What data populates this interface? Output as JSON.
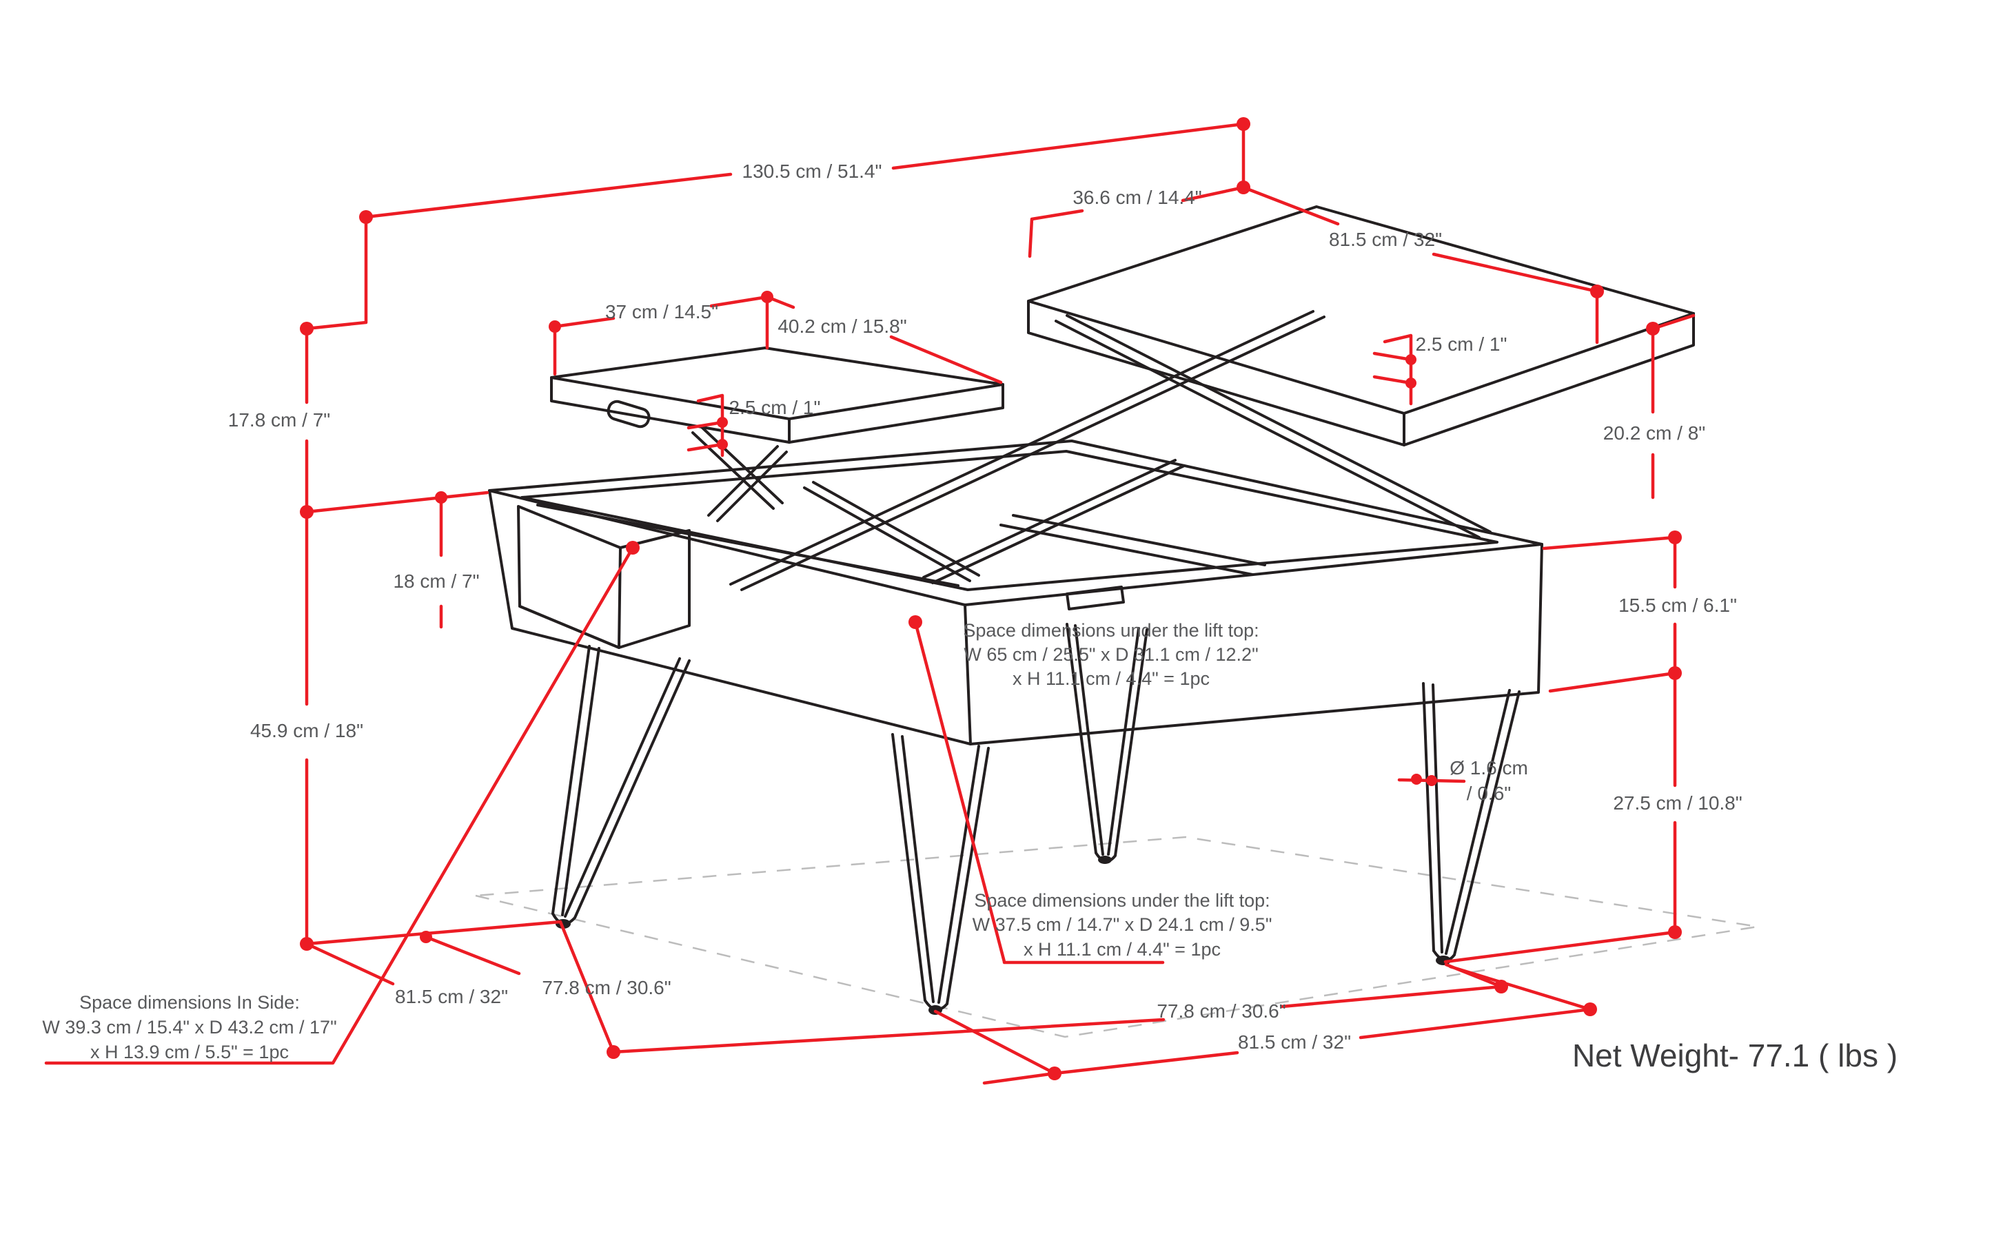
{
  "diagram_type": "furniture-dimension-diagram",
  "colors": {
    "accent_red": "#ec1c24",
    "drawing_black": "#231f20",
    "label_gray": "#58595b",
    "floor_dash_gray": "#bcbcbc"
  },
  "labels": {
    "overall_width": "130.5 cm / 51.4\"",
    "top_offset_right": "36.6 cm / 14.4\"",
    "lift_top_width": "81.5 cm / 32\"",
    "tray_depth": "37 cm / 14.5\"",
    "tray_width": "40.2 cm / 15.8\"",
    "tray_thickness": "2.5 cm / 1\"",
    "lift_top_thickness": "2.5 cm / 1\"",
    "tray_lift_height": "17.8 cm / 7\"",
    "lift_top_height": "20.2 cm / 8\"",
    "cubby_height": "18 cm / 7\"",
    "body_height": "15.5 cm / 6.1\"",
    "tray_clearance": "45.9 cm / 18\"",
    "leg_height": "27.5 cm / 10.8\"",
    "leg_diameter_line1": "Ø 1.6 cm",
    "leg_diameter_line2": "/ 0.6\"",
    "base_width_left": "81.5 cm / 32\"",
    "base_depth_left": "77.8 cm / 30.6\"",
    "base_depth_right": "77.8 cm / 30.6\"",
    "base_width_right": "81.5 cm / 32\"",
    "net_weight": "Net Weight- 77.1 ( lbs )"
  },
  "space_under_lift_top_large": {
    "line1": "Space dimensions under the lift top:",
    "line2": "W 65 cm / 25.5\" x D 31.1 cm / 12.2\"",
    "line3": "x H 11.1 cm / 4.4\" = 1pc"
  },
  "space_under_lift_top_small": {
    "line1": "Space dimensions under the lift top:",
    "line2": "W 37.5 cm / 14.7\" x D 24.1 cm / 9.5\"",
    "line3": "x H 11.1 cm / 4.4\" = 1pc"
  },
  "space_in_side": {
    "line1": "Space dimensions In Side:",
    "line2": "W 39.3 cm / 15.4\" x D 43.2 cm / 17\"",
    "line3": "x H 13.9 cm / 5.5\" = 1pc"
  }
}
